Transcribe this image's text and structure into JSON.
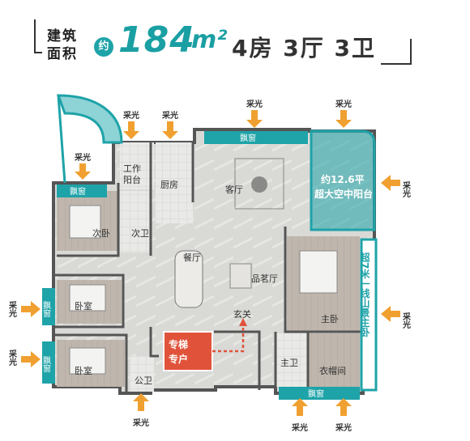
{
  "header": {
    "area_label_line1": "建筑",
    "area_label_line2": "面积",
    "approx_badge": "约",
    "area_value": "184",
    "area_unit": "m²",
    "layout": "4房 3厅 3卫"
  },
  "light_label": "采光",
  "rooms": {
    "living": "客厅",
    "kitchen": "厨房",
    "work_balcony_1": "工作",
    "work_balcony_2": "阳台",
    "second_bedroom": "次卧",
    "second_bath": "次卫",
    "dining": "餐厅",
    "tea_room": "品茗厅",
    "bedroom_a": "卧室",
    "bedroom_b": "卧室",
    "entrance": "玄关",
    "private_lift_1": "专梯",
    "private_lift_2": "专户",
    "public_bath": "公卫",
    "master_bedroom": "主卧",
    "master_bath": "主卫",
    "cloakroom": "衣帽间",
    "bay_window": "飘窗"
  },
  "callouts": {
    "balcony_line1": "约12.6平",
    "balcony_line2": "超大空中阳台",
    "master_view": "超7米一线山景主卧"
  },
  "colors": {
    "teal": "#1ea3a8",
    "lift_orange": "#e0533a",
    "arrow_orange": "#f0a030",
    "wall": "#555555"
  }
}
